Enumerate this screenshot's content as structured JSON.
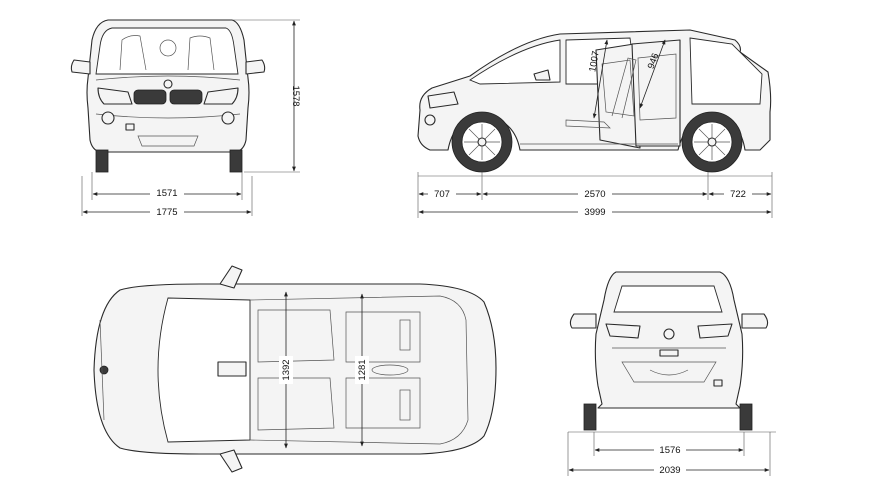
{
  "dimensions": {
    "front_track": "1571",
    "front_width": "1775",
    "height": "1578",
    "front_overhang": "707",
    "wheelbase": "2570",
    "rear_overhang": "722",
    "length": "3999",
    "front_headroom": "1007",
    "rear_headroom": "946",
    "front_shoulder": "1392",
    "rear_shoulder": "1281",
    "rear_track": "1576",
    "overall_width_mirrors": "2039"
  }
}
